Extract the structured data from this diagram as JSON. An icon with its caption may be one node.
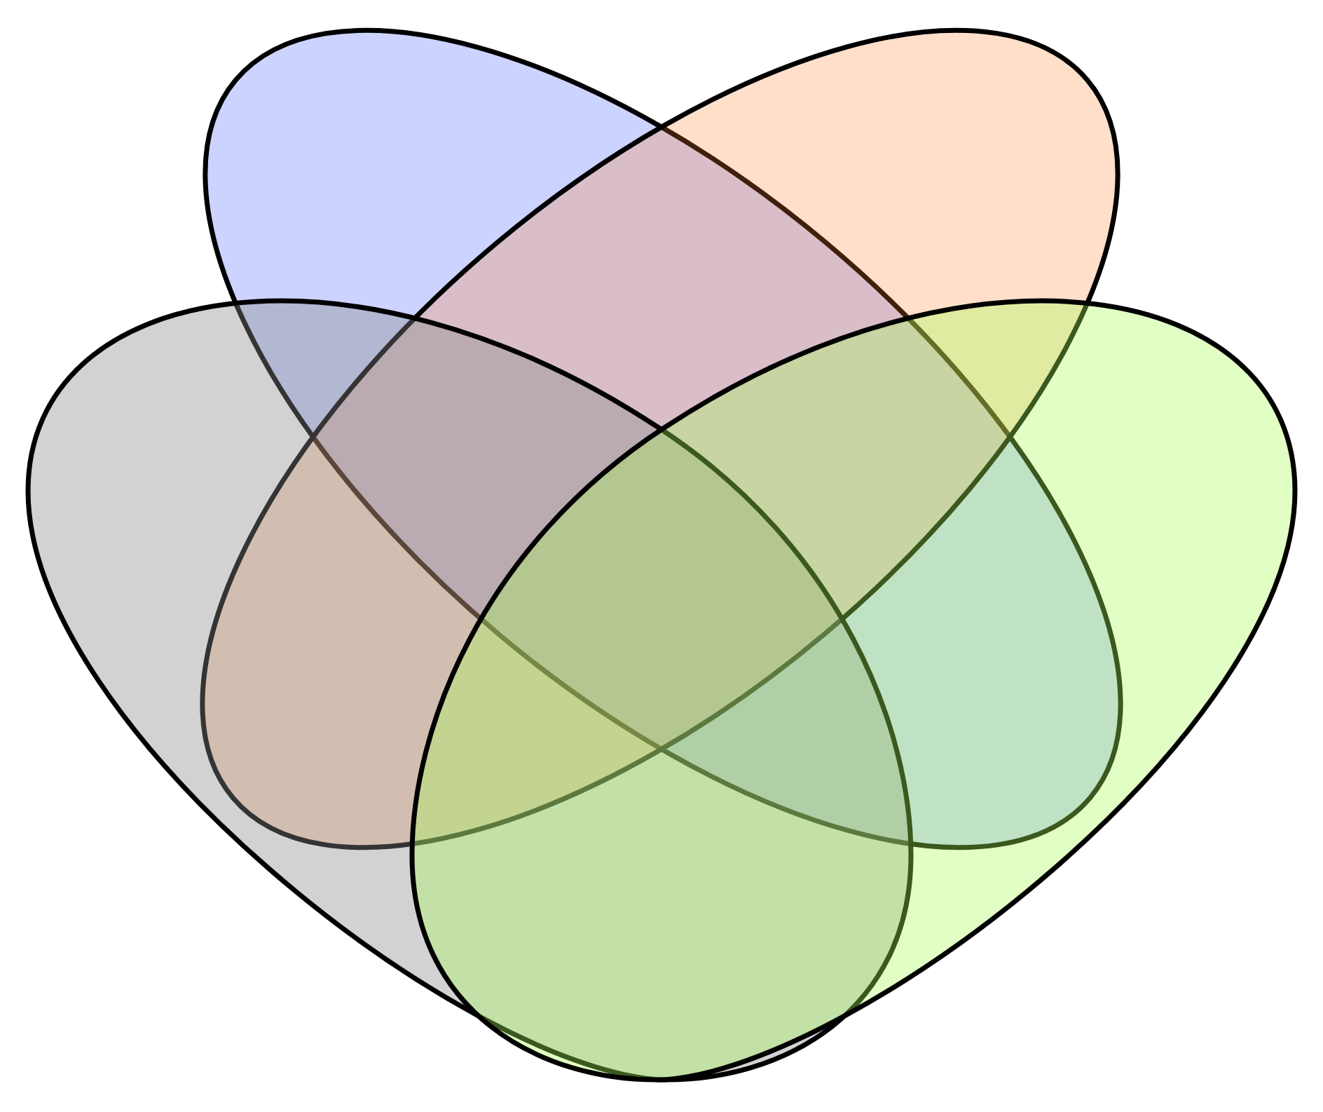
{
  "diagram": {
    "nodes": [
      {
        "text": [],
        "shape": "ellipse"
      },
      {
        "text": [],
        "shape": "ellipse"
      },
      {
        "text": [],
        "shape": "egg"
      },
      {
        "text": [],
        "shape": "egg"
      }
    ]
  }
}
